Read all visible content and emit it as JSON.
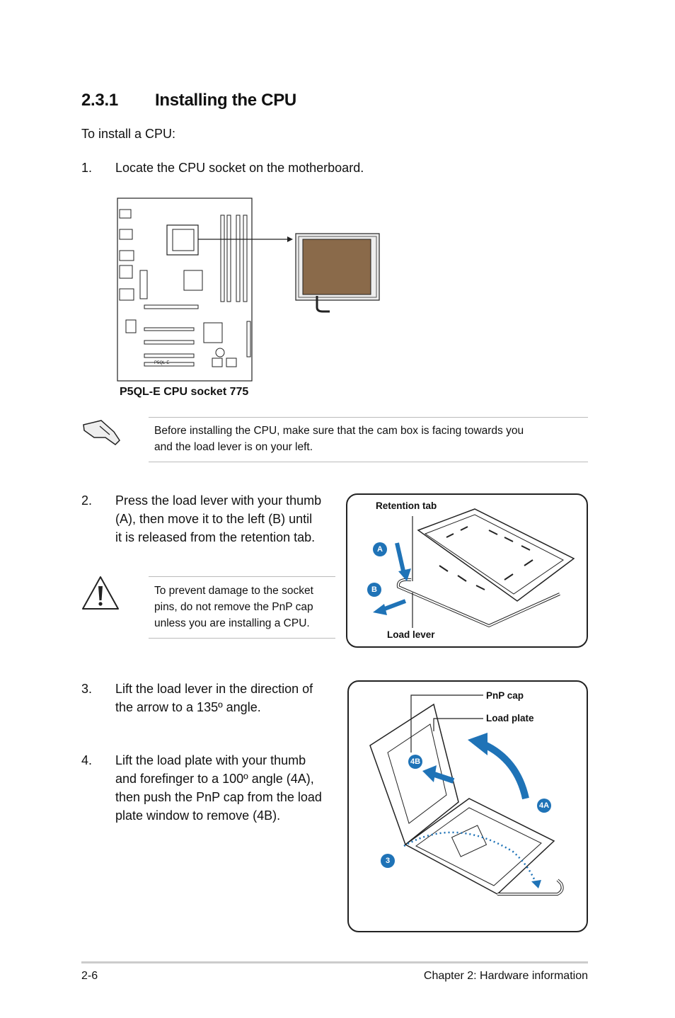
{
  "heading": {
    "number": "2.3.1",
    "title": "Installing the CPU"
  },
  "intro": "To install a CPU:",
  "steps": [
    {
      "num": "1.",
      "text": "Locate the CPU socket on the motherboard."
    },
    {
      "num": "2.",
      "line1": "Press the load lever with your thumb",
      "line2": "(A), then move it to the left (B) until",
      "line3": "it is released from the retention tab."
    },
    {
      "num": "3.",
      "line1": "Lift the load lever in the direction of",
      "line2": "the arrow to a 135º angle."
    },
    {
      "num": "4.",
      "line1": "Lift the load plate with your thumb",
      "line2": "and forefinger to a 100º angle (4A),",
      "line3": "then push the PnP cap from the load",
      "line4": "plate window to remove (4B)."
    }
  ],
  "figure1": {
    "caption": "P5QL-E CPU socket 775",
    "board_label": "P5QL-E"
  },
  "note": {
    "icon": "hand-note-icon",
    "line1": "Before installing the CPU, make sure that the cam box is facing towards you",
    "line2": "and the load lever is on your left."
  },
  "warning": {
    "icon": "warning-triangle-icon",
    "line1": "To prevent damage to the socket",
    "line2": "pins, do not remove the PnP cap",
    "line3": "unless you are installing a CPU."
  },
  "figure2": {
    "retention_tab": "Retention tab",
    "load_lever": "Load lever",
    "badge_a": "A",
    "badge_b": "B"
  },
  "figure3": {
    "pnp_cap": "PnP cap",
    "load_plate": "Load plate",
    "badge_4b": "4B",
    "badge_4a": "4A",
    "badge_3": "3"
  },
  "footer": {
    "page": "2-6",
    "chapter": "Chapter 2: Hardware information"
  },
  "colors": {
    "accent": "#1f73b7",
    "rule": "#cccccc"
  }
}
